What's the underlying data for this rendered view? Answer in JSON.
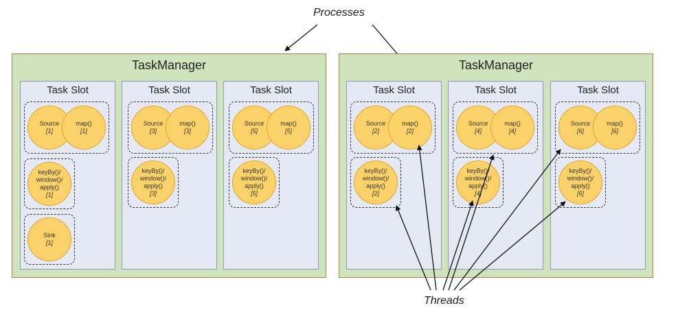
{
  "labels": {
    "processes": "Processes",
    "threads": "Threads"
  },
  "task_managers": [
    {
      "title": "TaskManager",
      "slots": [
        {
          "title": "Task Slot",
          "ops": [
            {
              "name": "Source",
              "idx": "[1]"
            },
            {
              "name": "map()",
              "idx": "[1]"
            },
            {
              "name": "keyBy()/\nwindow()/\napply()",
              "idx": "[1]"
            },
            {
              "name": "Sink",
              "idx": "[1]"
            }
          ]
        },
        {
          "title": "Task Slot",
          "ops": [
            {
              "name": "Source",
              "idx": "[3]"
            },
            {
              "name": "map()",
              "idx": "[3]"
            },
            {
              "name": "keyBy()/\nwindow()/\napply()",
              "idx": "[3]"
            }
          ]
        },
        {
          "title": "Task Slot",
          "ops": [
            {
              "name": "Source",
              "idx": "[5]"
            },
            {
              "name": "map()",
              "idx": "[5]"
            },
            {
              "name": "keyBy()/\nwindow()/\napply()",
              "idx": "[5]"
            }
          ]
        }
      ]
    },
    {
      "title": "TaskManager",
      "slots": [
        {
          "title": "Task Slot",
          "ops": [
            {
              "name": "Source",
              "idx": "[2]"
            },
            {
              "name": "map()",
              "idx": "[2]"
            },
            {
              "name": "keyBy()/\nwindow()/\napply()",
              "idx": "[2]"
            }
          ]
        },
        {
          "title": "Task Slot",
          "ops": [
            {
              "name": "Source",
              "idx": "[4]"
            },
            {
              "name": "map()",
              "idx": "[4]"
            },
            {
              "name": "keyBy()/\nwindow()/\napply()",
              "idx": "[4]"
            }
          ]
        },
        {
          "title": "Task Slot",
          "ops": [
            {
              "name": "Source",
              "idx": "[6]"
            },
            {
              "name": "map()",
              "idx": "[6]"
            },
            {
              "name": "keyBy()/\nwindow()/\napply()",
              "idx": "[6]"
            }
          ]
        }
      ]
    }
  ]
}
